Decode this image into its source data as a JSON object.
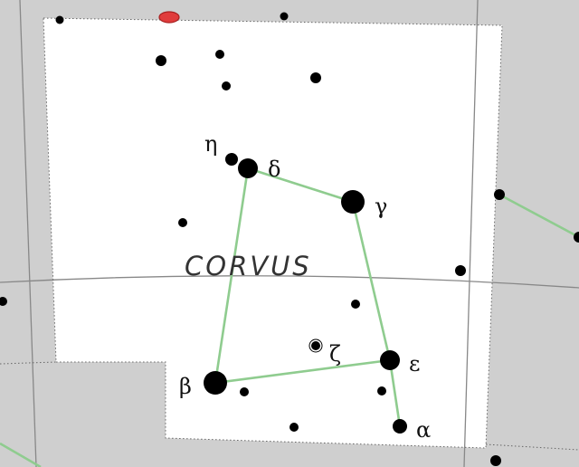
{
  "map": {
    "constellation_name": "CORVUS",
    "colors": {
      "background": "#cfcfcf",
      "region": "#ffffff",
      "boundary": "#666666",
      "grid": "#888888",
      "figure_line": "#8fcc8f",
      "star": "#000000",
      "deep_sky_object": "#e03c3c"
    },
    "star_labels": {
      "eta": "η",
      "delta": "δ",
      "gamma": "γ",
      "zeta": "ζ",
      "beta": "β",
      "epsilon": "ε",
      "alpha": "α"
    }
  }
}
